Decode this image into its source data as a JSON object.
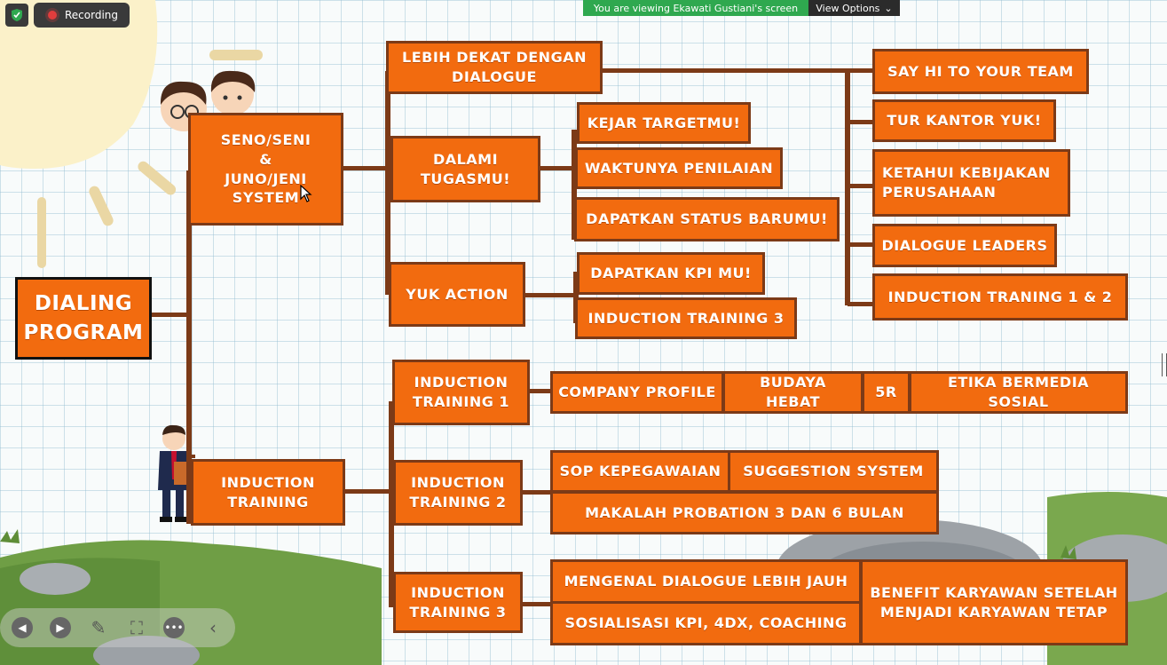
{
  "zoom": {
    "recording_label": "Recording",
    "viewing_banner": "You are viewing Ekawati Gustiani's screen",
    "view_options_label": "View Options"
  },
  "diagram": {
    "root": "DIALING\nPROGRAM",
    "seno_box": "SENO/SENI\n&\nJUNO/JENI\nSYSTEM",
    "lebih_dekat": "LEBIH DEKAT DENGAN\nDIALOGUE",
    "dalami": "DALAMI\nTUGASMU!",
    "yuk_action": "YUK ACTION",
    "kejar": "KEJAR TARGETMU!",
    "waktunya": "WAKTUNYA PENILAIAN",
    "dapatkan_status": "DAPATKAN STATUS BARUMU!",
    "dapatkan_kpi": "DAPATKAN KPI MU!",
    "induction_training_3_item": "INDUCTION TRAINING 3",
    "say_hi": "SAY HI TO YOUR TEAM",
    "tur_kantor": "TUR KANTOR YUK!",
    "ketahui": "KETAHUI KEBIJAKAN\nPERUSAHAAN",
    "dialogue_leaders": "DIALOGUE LEADERS",
    "induction_traning_12": "INDUCTION TRANING 1 & 2",
    "induction_training": "INDUCTION\nTRAINING",
    "it1": "INDUCTION\nTRAINING 1",
    "it2": "INDUCTION\nTRAINING 2",
    "it3": "INDUCTION\nTRAINING 3",
    "company_profile": "COMPANY PROFILE",
    "budaya_hebat": "BUDAYA HEBAT",
    "five_r": "5R",
    "etika": "ETIKA BERMEDIA SOSIAL",
    "sop": "SOP KEPEGAWAIAN",
    "suggestion": "SUGGESTION SYSTEM",
    "makalah": "MAKALAH PROBATION 3 DAN 6 BULAN",
    "mengenal": "MENGENAL DIALOGUE LEBIH JAUH",
    "sosialisasi": "SOSIALISASI KPI, 4DX, COACHING",
    "benefit": "BENEFIT KARYAWAN SETELAH\nMENJADI KARYAWAN TETAP"
  },
  "colors": {
    "box_fill": "#f26b0f",
    "box_border": "#7c3a17",
    "connector": "#7c3a17",
    "banner_green": "#2fa84f"
  },
  "toolbar_icons": [
    "prev-icon",
    "next-icon",
    "pen-icon",
    "crop-icon",
    "more-icon",
    "collapse-icon"
  ]
}
